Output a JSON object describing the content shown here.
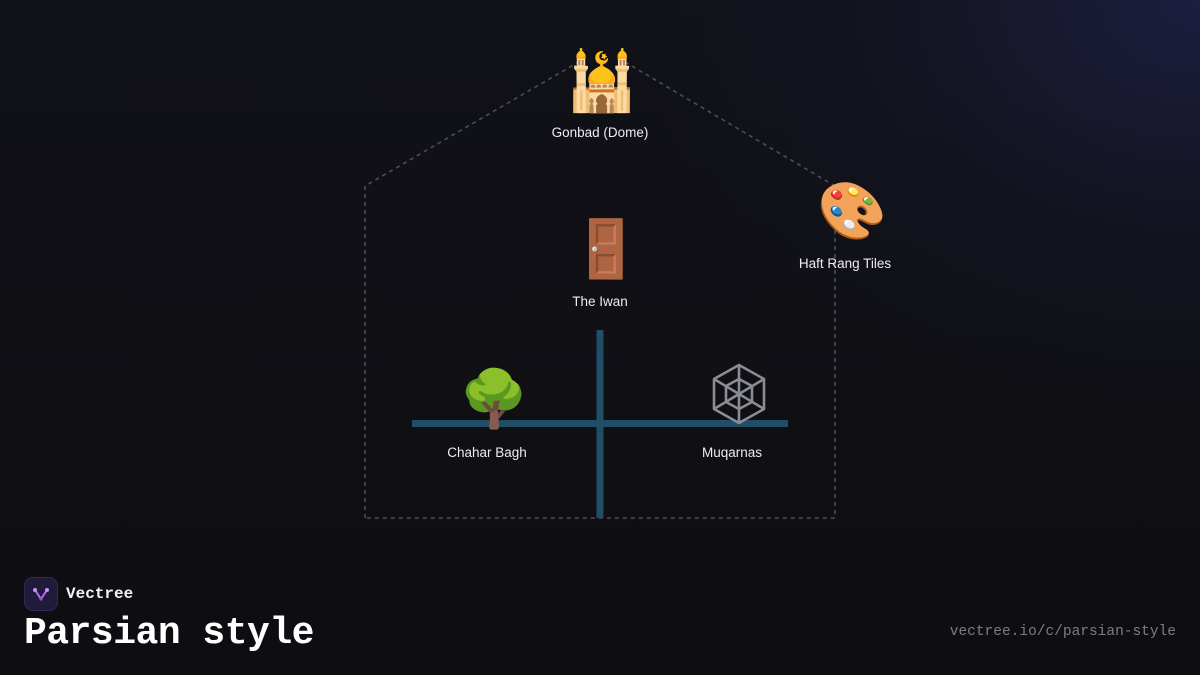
{
  "diagram": {
    "nodes": [
      {
        "id": "gonbad",
        "label": "Gonbad (Dome)",
        "icon": "mosque-icon",
        "glyph": "🕌"
      },
      {
        "id": "haft-rang",
        "label": "Haft Rang Tiles",
        "icon": "artist-palette-icon",
        "glyph": "🎨"
      },
      {
        "id": "iwan",
        "label": "The Iwan",
        "icon": "door-icon",
        "glyph": "🚪"
      },
      {
        "id": "chahar-bagh",
        "label": "Chahar Bagh",
        "icon": "deciduous-tree-icon",
        "glyph": "🌳"
      },
      {
        "id": "muqarnas",
        "label": "Muqarnas",
        "icon": "spider-web-icon",
        "glyph": "🕸️"
      }
    ],
    "colors": {
      "outline": "#4a4e5c",
      "channel": "#1f4e66",
      "label": "#ececf2"
    }
  },
  "branding": {
    "name": "Vectree",
    "title": "Parsian style",
    "url": "vectree.io/c/parsian-style",
    "logo_icon": "vectree-logo-icon",
    "logo_colors": {
      "background": "#1f1c3a",
      "mark": "#b96cf0"
    }
  }
}
